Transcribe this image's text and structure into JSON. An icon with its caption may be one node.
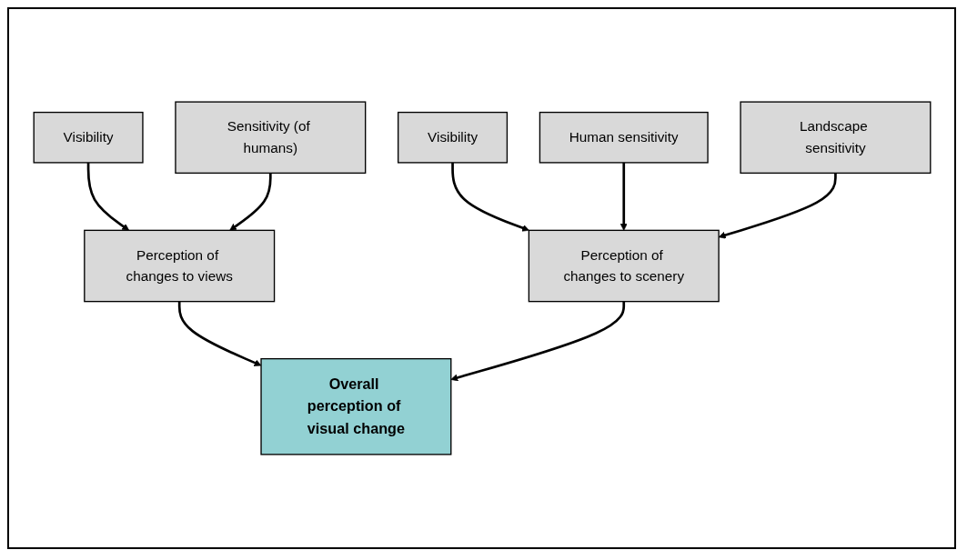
{
  "diagram": {
    "nodes": [
      {
        "text": [
          "Visibility"
        ]
      },
      {
        "text": [
          "Sensitivity (of humans)"
        ]
      },
      {
        "text": [
          "Visibility"
        ]
      },
      {
        "text": [
          "Human sensitivity"
        ]
      },
      {
        "text": [
          "Landscape sensitivity"
        ]
      },
      {
        "text": [
          "Perception of changes to views"
        ]
      },
      {
        "text": [
          "Perception of changes to scenery"
        ]
      },
      {
        "text": [
          "Overall perception of visual change"
        ]
      }
    ],
    "edges": [
      {
        "from": 0,
        "to": 5,
        "arrow": "to"
      },
      {
        "from": 1,
        "to": 5,
        "arrow": "to"
      },
      {
        "from": 2,
        "to": 6,
        "arrow": "to"
      },
      {
        "from": 3,
        "to": 6,
        "arrow": "to"
      },
      {
        "from": 4,
        "to": 6,
        "arrow": "to"
      },
      {
        "from": 5,
        "to": 7,
        "arrow": "to"
      },
      {
        "from": 6,
        "to": 7,
        "arrow": "to"
      }
    ]
  }
}
